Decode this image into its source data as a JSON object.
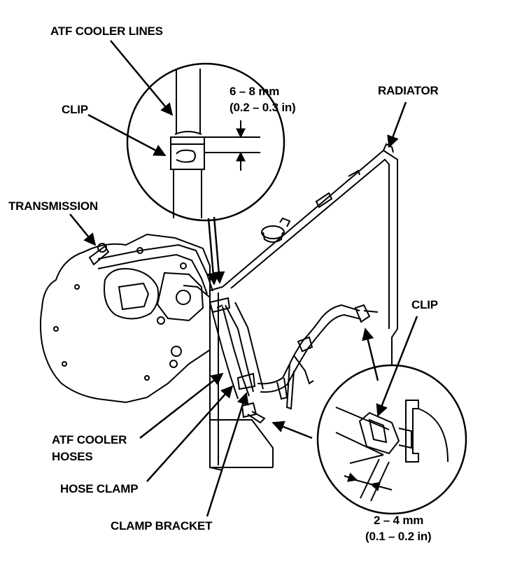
{
  "labels": {
    "atf_cooler_lines": "ATF COOLER LINES",
    "clip_top": "CLIP",
    "gap_top_mm": "6 – 8 mm",
    "gap_top_in": "(0.2 – 0.3 in)",
    "radiator": "RADIATOR",
    "transmission": "TRANSMISSION",
    "clip_right": "CLIP",
    "atf_cooler_hoses_1": "ATF COOLER",
    "atf_cooler_hoses_2": "HOSES",
    "hose_clamp": "HOSE CLAMP",
    "clamp_bracket": "CLAMP BRACKET",
    "gap_bottom_mm": "2 – 4 mm",
    "gap_bottom_in": "(0.1 – 0.2 in)"
  }
}
